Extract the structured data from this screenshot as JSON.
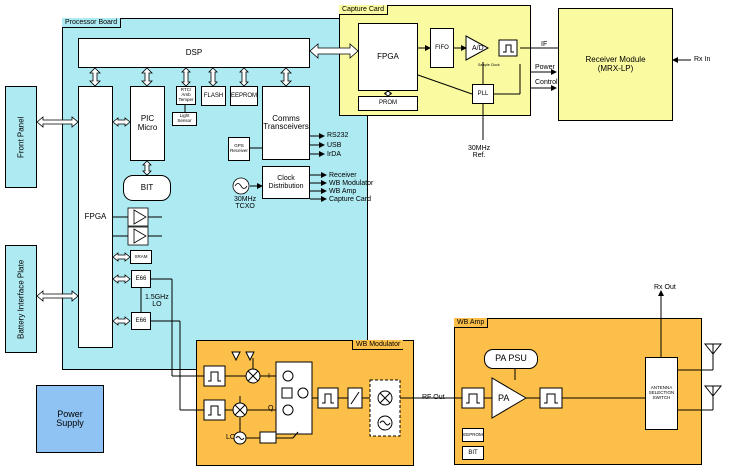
{
  "regions": {
    "processor_board": "Processor Board",
    "capture_card": "Capture Card",
    "wb_modulator": "WB Modulator",
    "wb_amp": "WB Amp"
  },
  "side_blocks": {
    "front_panel": "Front Panel",
    "battery_interface_plate": "Battery Interface Plate",
    "power_supply": "Power\nSupply"
  },
  "processor_blocks": {
    "dsp": "DSP",
    "fpga": "FPGA",
    "pic_micro": "PIC\nMicro",
    "bit": "BIT",
    "rtc": "RTC/\nAmb\nTemper",
    "light_sensor": "Light\nSensor",
    "flash": "FLASH",
    "eeprom": "EEPROM",
    "comms": "Comms\nTransceivers",
    "gps": "GPS\nReceiver",
    "clock_distribution": "Clock\nDistribution",
    "tcxo": "30MHz\nTCXO",
    "sram": "SRAM",
    "e66_top": "E66",
    "e66_bottom": "E66",
    "lo_label": "1.5GHz\nLO"
  },
  "comms_outputs": [
    "RS232",
    "USB",
    "IrDA"
  ],
  "clock_outputs": [
    "Receiver",
    "WB Modulator",
    "WB Amp",
    "Capture Card"
  ],
  "capture_blocks": {
    "fpga": "FPGA",
    "fifo": "FIFO",
    "adc": "A/D",
    "prom": "PROM",
    "pll": "PLL",
    "sample_clock": "Sample Clock"
  },
  "capture_labels": {
    "if": "IF",
    "power": "Power",
    "control": "Control",
    "ref": "30MHz\nRef."
  },
  "receiver": {
    "title": "Receiver Module\n(MRX-LP)",
    "rx_in": "Rx In"
  },
  "modulator": {
    "lo": "LO",
    "iq_i": "I",
    "iq_q": "Q",
    "rf_out": "RF Out"
  },
  "amp": {
    "pa_psu": "PA PSU",
    "pa": "PA",
    "antenna_switch": "ANTENNA\nSELECTION\nSWITCH",
    "eeprom": "EEPROM",
    "bit": "BIT",
    "rx_out": "Rx Out"
  },
  "colors": {
    "processor": "#aeeaf2",
    "capture": "#fafaa0",
    "modulator": "#fbbf4a",
    "amp": "#fbbf4a",
    "side": "#aeeaf2",
    "power": "#8ec3f4"
  }
}
